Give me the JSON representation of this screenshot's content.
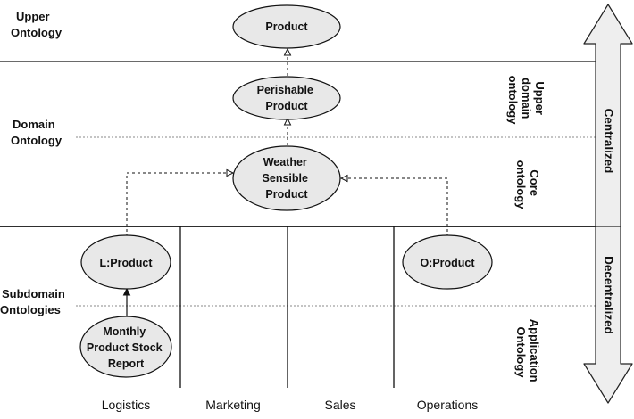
{
  "left_labels": {
    "upper": [
      "Upper",
      "Ontology"
    ],
    "domain": [
      "Domain",
      "Ontology"
    ],
    "subdomain": [
      "Subdomain",
      "Ontologies"
    ]
  },
  "right_labels": {
    "upper_domain": [
      "Upper",
      "domain",
      "ontology"
    ],
    "core": [
      "Core",
      "ontology"
    ],
    "application": [
      "Application",
      "Ontology"
    ]
  },
  "scale": {
    "top": "Centralized",
    "bottom": "Decentralized"
  },
  "nodes": {
    "product": [
      "Product"
    ],
    "perishable": [
      "Perishable",
      "Product"
    ],
    "weather": [
      "Weather",
      "Sensible",
      "Product"
    ],
    "l_product": [
      "L:Product"
    ],
    "o_product": [
      "O:Product"
    ],
    "report": [
      "Monthly",
      "Product Stock",
      "Report"
    ]
  },
  "columns": [
    "Logistics",
    "Marketing",
    "Sales",
    "Operations"
  ],
  "colors": {
    "node_fill": "#e8e8e8",
    "arrow_fill": "#eeeeee",
    "line": "#111111",
    "dotted": "#888888"
  }
}
